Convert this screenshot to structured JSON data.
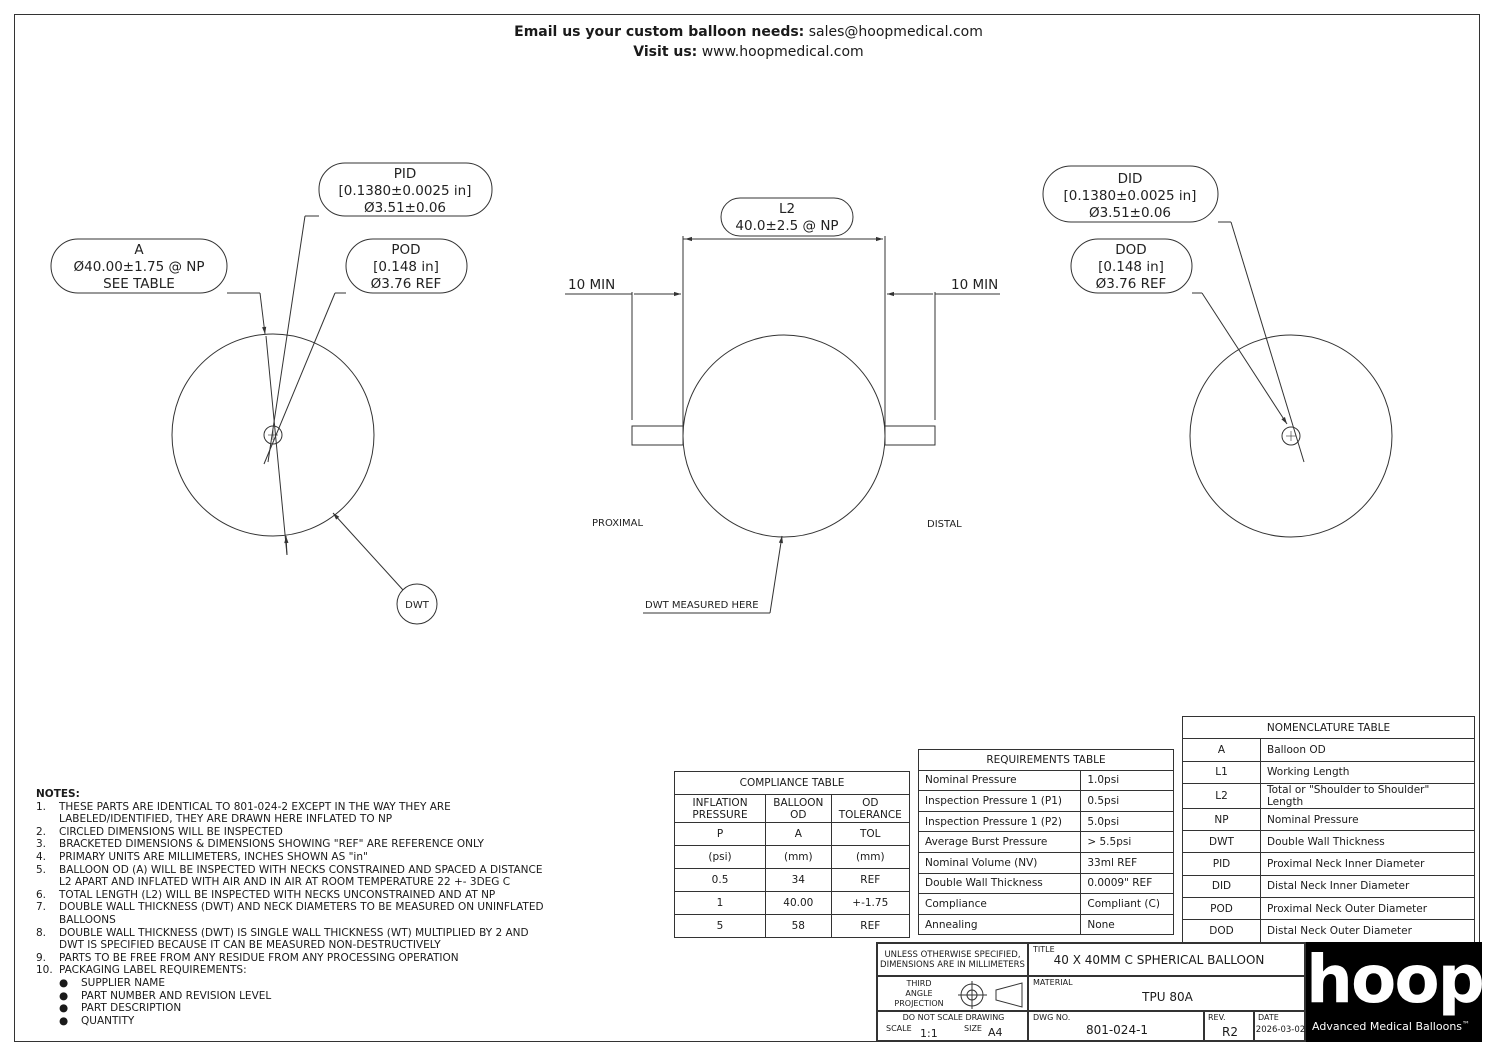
{
  "header": {
    "email_label": "Email us your custom balloon needs:",
    "email": "sales@hoopmedical.com",
    "visit_label": "Visit us:",
    "website": "www.hoopmedical.com"
  },
  "callouts": {
    "pid": [
      "PID",
      "[0.1380±0.0025 in]",
      "Ø3.51±0.06"
    ],
    "a": [
      "A",
      "Ø40.00±1.75 @ NP",
      "SEE TABLE"
    ],
    "pod": [
      "POD",
      "[0.148 in]",
      "Ø3.76 REF"
    ],
    "l2": [
      "L2",
      "40.0±2.5 @ NP"
    ],
    "did": [
      "DID",
      "[0.1380±0.0025 in]",
      "Ø3.51±0.06"
    ],
    "dod": [
      "DOD",
      "[0.148 in]",
      "Ø3.76 REF"
    ]
  },
  "labels": {
    "min_left": "10 MIN",
    "min_right": "10 MIN",
    "proximal": "PROXIMAL",
    "distal": "DISTAL",
    "dwt_measured": "DWT MEASURED HERE",
    "dwt": "DWT"
  },
  "notes": {
    "title": "NOTES:",
    "items": [
      [
        "1.",
        "THESE PARTS ARE IDENTICAL TO 801-024-2 EXCEPT IN THE WAY THEY ARE LABELED/IDENTIFIED, THEY ARE DRAWN HERE INFLATED TO NP"
      ],
      [
        "2.",
        "CIRCLED DIMENSIONS WILL BE INSPECTED"
      ],
      [
        "3.",
        "BRACKETED DIMENSIONS & DIMENSIONS SHOWING \"REF\" ARE REFERENCE ONLY"
      ],
      [
        "4.",
        "PRIMARY UNITS ARE MILLIMETERS, INCHES SHOWN AS \"in\""
      ],
      [
        "5.",
        "BALLOON OD (A) WILL BE INSPECTED WITH NECKS CONSTRAINED AND SPACED A DISTANCE L2 APART AND INFLATED WITH AIR AND IN AIR AT ROOM TEMPERATURE 22 +- 3DEG C"
      ],
      [
        "6.",
        "TOTAL LENGTH (L2) WILL BE INSPECTED WITH NECKS UNCONSTRAINED AND AT NP"
      ],
      [
        "7.",
        "DOUBLE WALL THICKNESS (DWT) AND NECK DIAMETERS TO BE MEASURED ON UNINFLATED BALLOONS"
      ],
      [
        "8.",
        "DOUBLE WALL THICKNESS (DWT) IS SINGLE WALL THICKNESS (WT) MULTIPLIED BY 2 AND DWT IS SPECIFIED BECAUSE IT CAN BE MEASURED NON-DESTRUCTIVELY"
      ],
      [
        "9.",
        "PARTS TO BE FREE FROM ANY RESIDUE  FROM ANY PROCESSING OPERATION"
      ],
      [
        "10.",
        "PACKAGING LABEL REQUIREMENTS:"
      ]
    ],
    "subitems": [
      "SUPPLIER NAME",
      "PART NUMBER AND REVISION LEVEL",
      "PART DESCRIPTION",
      "QUANTITY"
    ],
    "bullet": "●"
  },
  "compliance": {
    "title": "COMPLIANCE TABLE",
    "headers": [
      "INFLATION PRESSURE",
      "BALLOON OD",
      "OD TOLERANCE"
    ],
    "symbols": [
      "P",
      "A",
      "TOL"
    ],
    "units": [
      "(psi)",
      "(mm)",
      "(mm)"
    ],
    "rows": [
      [
        "0.5",
        "34",
        "REF"
      ],
      [
        "1",
        "40.00",
        "+-1.75"
      ],
      [
        "5",
        "58",
        "REF"
      ]
    ]
  },
  "requirements": {
    "title": "REQUIREMENTS TABLE",
    "rows": [
      [
        "Nominal Pressure",
        "1.0psi"
      ],
      [
        "Inspection Pressure 1 (P1)",
        "0.5psi"
      ],
      [
        "Inspection Pressure 1 (P2)",
        "5.0psi"
      ],
      [
        "Average Burst Pressure",
        "> 5.5psi"
      ],
      [
        "Nominal Volume (NV)",
        "33ml REF"
      ],
      [
        "Double Wall Thickness",
        "0.0009\"  REF"
      ],
      [
        "Compliance",
        "Compliant (C)"
      ],
      [
        "Annealing",
        "None"
      ]
    ]
  },
  "nomenclature": {
    "title": "NOMENCLATURE TABLE",
    "rows": [
      [
        "A",
        "Balloon OD"
      ],
      [
        "L1",
        "Working Length"
      ],
      [
        "L2",
        "Total or \"Shoulder to Shoulder\" Length"
      ],
      [
        "NP",
        "Nominal Pressure"
      ],
      [
        "DWT",
        "Double Wall Thickness"
      ],
      [
        "PID",
        "Proximal Neck Inner Diameter"
      ],
      [
        "DID",
        "Distal Neck Inner Diameter"
      ],
      [
        "POD",
        "Proximal Neck Outer Diameter"
      ],
      [
        "DOD",
        "Distal Neck Outer Diameter"
      ]
    ]
  },
  "titleblock": {
    "unless": "UNLESS OTHERWISE SPECIFIED, DIMENSIONS ARE IN MILLIMETERS",
    "projection": [
      "THIRD",
      "ANGLE",
      "PROJECTION"
    ],
    "do_not_scale": "DO NOT SCALE DRAWING",
    "scale_label": "SCALE",
    "scale": "1:1",
    "size_label": "SIZE",
    "size": "A4",
    "title_label": "TITLE",
    "title": "40 X 40MM C SPHERICAL BALLOON",
    "material_label": "MATERIAL",
    "material": "TPU 80A",
    "dwg_label": "DWG NO.",
    "dwg": "801-024-1",
    "rev_label": "REV.",
    "rev": "R2",
    "date_label": "DATE",
    "date": "2026-03-02"
  },
  "logo": {
    "wordmark": "hoop",
    "tagline": "Advanced Medical Balloons",
    "tm": "™"
  }
}
